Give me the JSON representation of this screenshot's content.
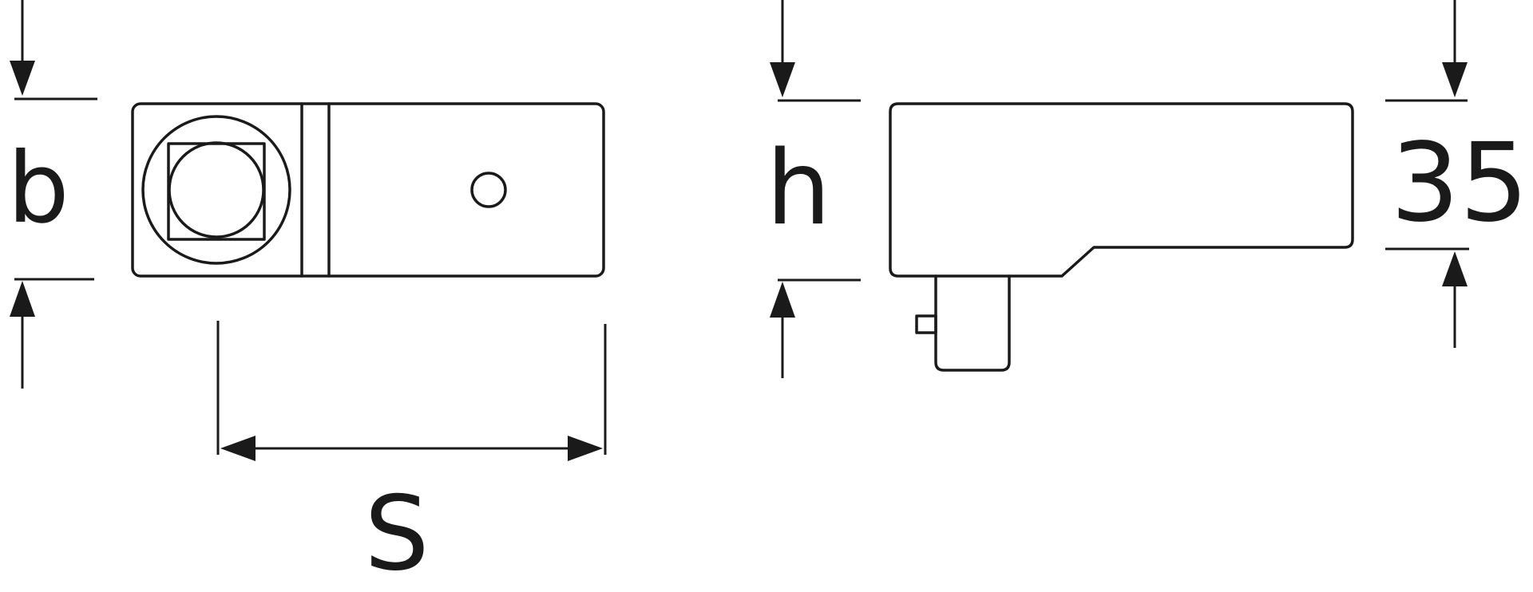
{
  "labels": {
    "b": "b",
    "s": "S",
    "h": "h",
    "dimension": "35"
  },
  "colors": {
    "line": "#1a1a1a",
    "background": "#ffffff"
  }
}
